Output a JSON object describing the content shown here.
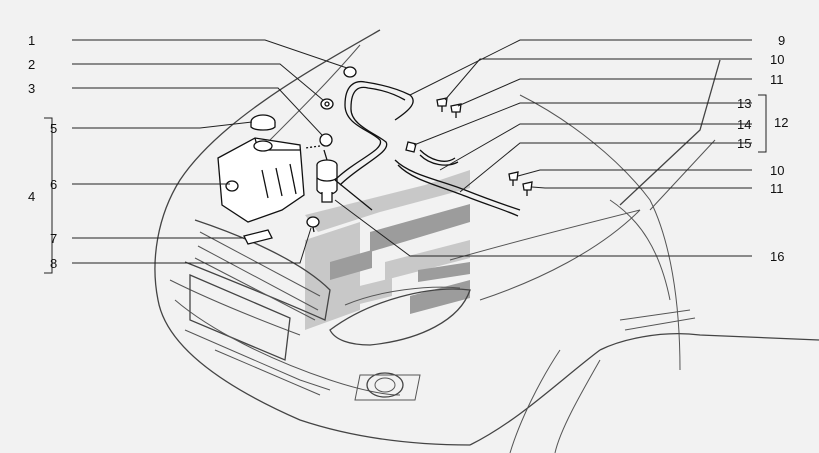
{
  "colors": {
    "background": "#f2f2f2",
    "watermark_light": "#c8c8c8",
    "watermark_dark": "#9c9c9c"
  },
  "callouts": [
    {
      "id": "1",
      "text": "1"
    },
    {
      "id": "2",
      "text": "2"
    },
    {
      "id": "3",
      "text": "3"
    },
    {
      "id": "4",
      "text": "4"
    },
    {
      "id": "5",
      "text": "5"
    },
    {
      "id": "6",
      "text": "6"
    },
    {
      "id": "7",
      "text": "7"
    },
    {
      "id": "8",
      "text": "8"
    },
    {
      "id": "9",
      "text": "9"
    },
    {
      "id": "10a",
      "text": "10"
    },
    {
      "id": "11a",
      "text": "11"
    },
    {
      "id": "12",
      "text": "12"
    },
    {
      "id": "13",
      "text": "13"
    },
    {
      "id": "14",
      "text": "14"
    },
    {
      "id": "15",
      "text": "15"
    },
    {
      "id": "10b",
      "text": "10"
    },
    {
      "id": "11b",
      "text": "11"
    },
    {
      "id": "16",
      "text": "16"
    }
  ]
}
